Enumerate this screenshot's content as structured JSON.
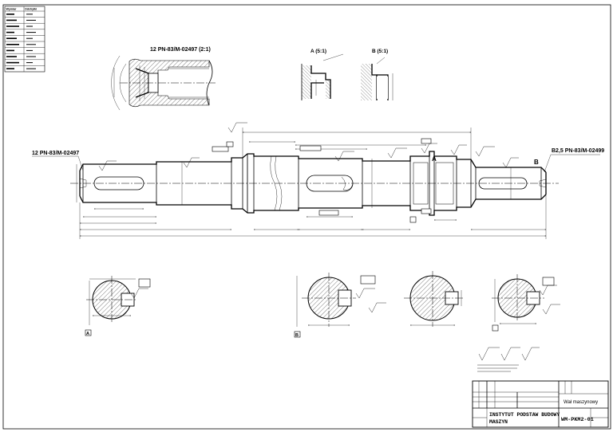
{
  "legend_table": {
    "headers": [
      "Wymiar",
      "Odchyłki"
    ],
    "rows": [
      [
        "",
        ""
      ],
      [
        "",
        ""
      ],
      [
        "",
        ""
      ],
      [
        "",
        ""
      ],
      [
        "",
        ""
      ],
      [
        "",
        ""
      ],
      [
        "",
        ""
      ],
      [
        "",
        ""
      ],
      [
        "",
        ""
      ],
      [
        "",
        ""
      ]
    ]
  },
  "detail_views": {
    "center_hole_detail": "12 PN-83/M-02497 (2:1)",
    "section_a": "A (5:1)",
    "section_b": "B (5:1)"
  },
  "main_view": {
    "left_center_hole": "12 PN-83/M-02497",
    "right_center_hole": "B2,5 PN-83/M-02499",
    "marker_a": "A",
    "marker_b": "B"
  },
  "section_marks": [
    "A",
    "B"
  ],
  "title_block": {
    "drawing_name": "Wał maszynowy",
    "institution_line1": "INSTYTUT PODSTAW BUDOWY",
    "institution_line2": "MASZYN",
    "drawing_number": "WM-PKM2-01"
  },
  "colors": {
    "line": "#000000",
    "paper": "#ffffff",
    "hatch": "#000000"
  }
}
